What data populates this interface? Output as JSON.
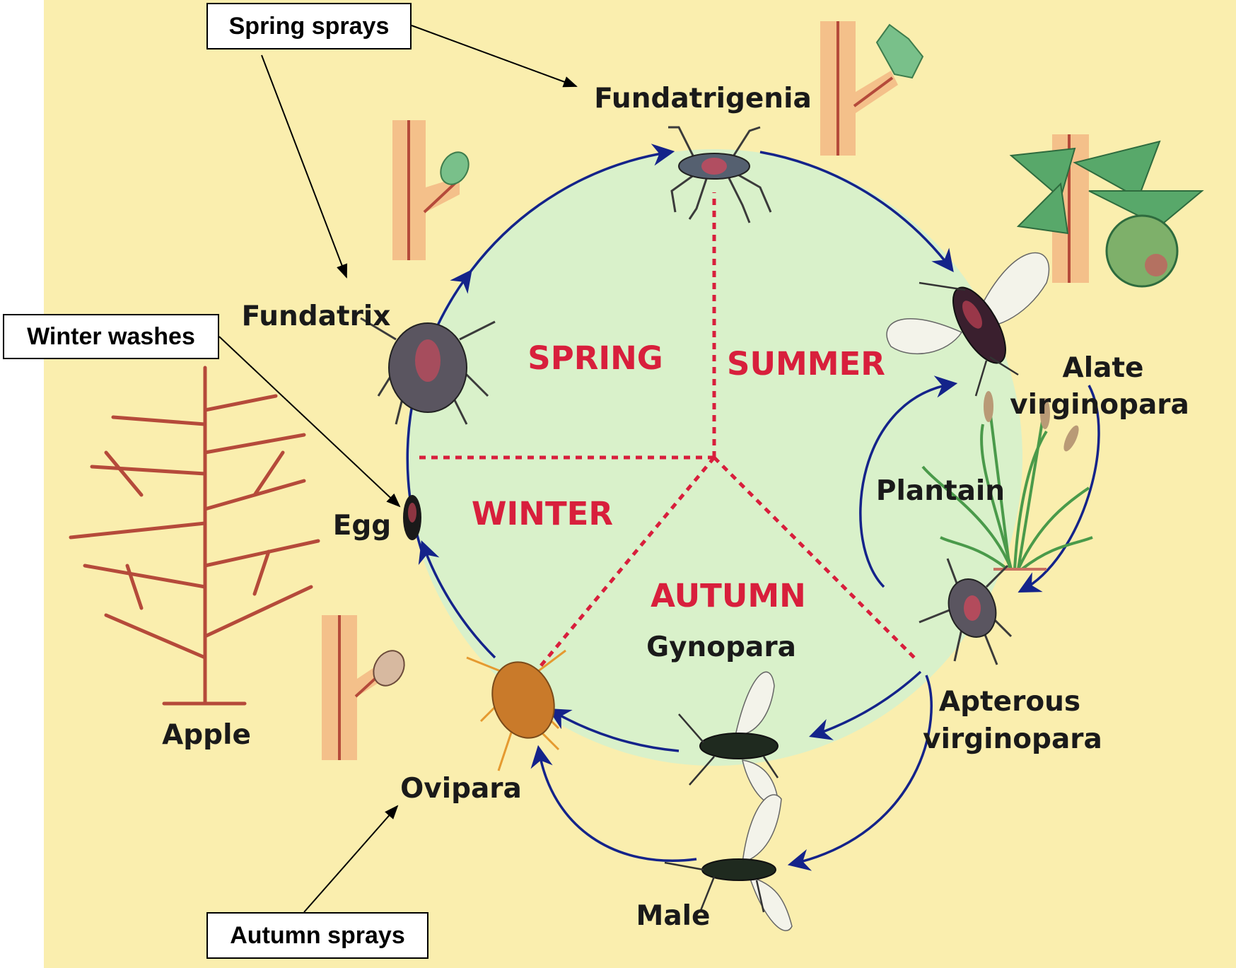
{
  "callouts": {
    "spring": "Spring sprays",
    "winter": "Winter washes",
    "autumn": "Autumn sprays"
  },
  "seasons": {
    "spring": "SPRING",
    "summer": "SUMMER",
    "winter": "WINTER",
    "autumn": "AUTUMN"
  },
  "stages": {
    "fundatrigenia": "Fundatrigenia",
    "fundatrix": "Fundatrix",
    "egg": "Egg",
    "alate_line1": "Alate",
    "alate_line2": "virginopara",
    "plantain": "Plantain",
    "apterous_line1": "Apterous",
    "apterous_line2": "virginopara",
    "gynopara": "Gynopara",
    "ovipara": "Ovipara",
    "male": "Male",
    "apple": "Apple"
  },
  "colors": {
    "background": "#faeeae",
    "cycle_fill": "#d9f1ca",
    "cycle_arrow": "#14238a",
    "season_text": "#d81f3c",
    "divider": "#d81f3c",
    "branch": "#b54a3a",
    "twig": "#f4c08a",
    "leaf": "#58a86a"
  }
}
